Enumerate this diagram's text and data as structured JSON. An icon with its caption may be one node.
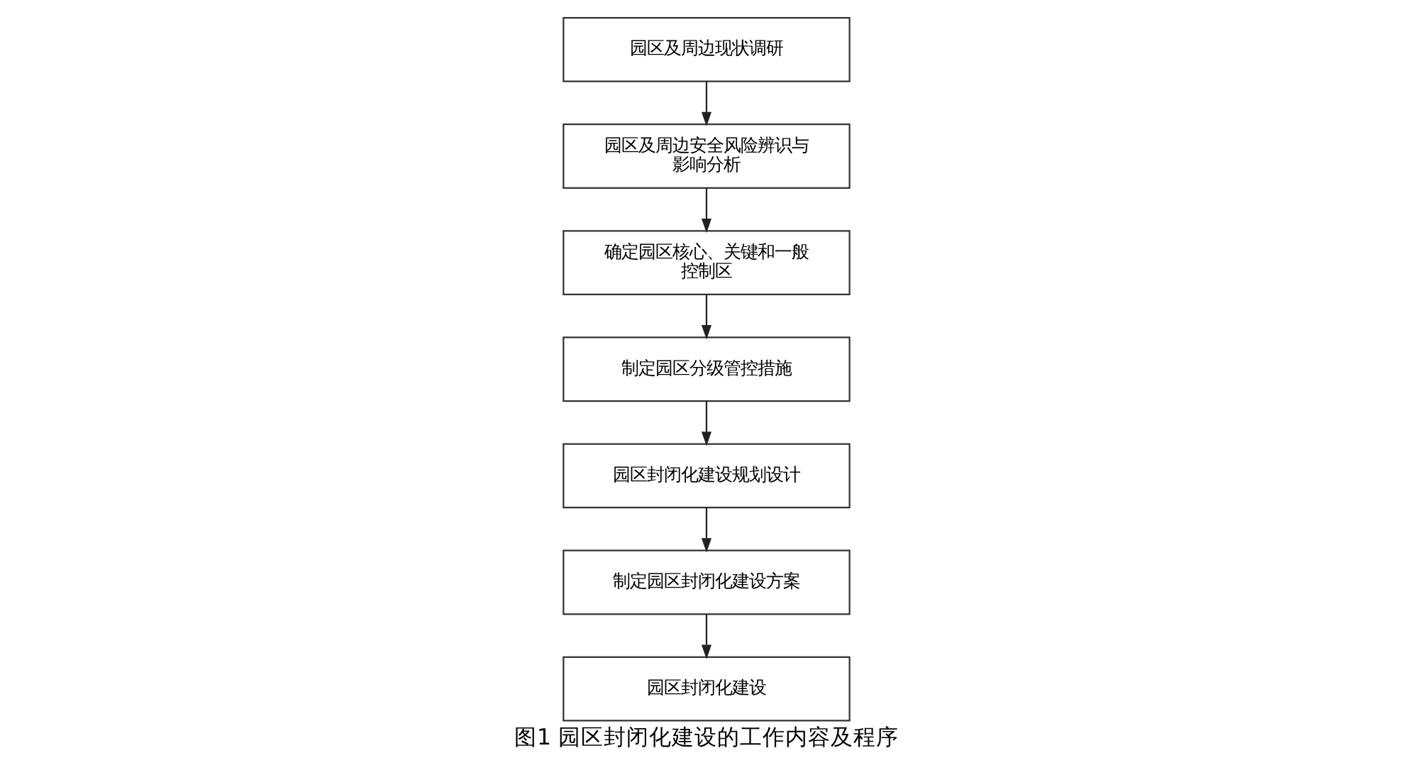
{
  "diagram": {
    "caption": "图1 园区封闭化建设的工作内容及程序",
    "nodes": [
      {
        "text": [
          "园区及周边现状调研"
        ]
      },
      {
        "text": [
          "园区及周边安全风险辨识与影响分析"
        ]
      },
      {
        "text": [
          "确定园区核心、关键和一般控制区"
        ]
      },
      {
        "text": [
          "制定园区分级管控措施"
        ]
      },
      {
        "text": [
          "园区封闭化建设规划设计"
        ]
      },
      {
        "text": [
          "制定园区封闭化建设方案"
        ]
      },
      {
        "text": [
          "园区封闭化建设"
        ]
      }
    ],
    "edges": [
      {
        "from": 0,
        "to": 1,
        "arrow": "to"
      },
      {
        "from": 1,
        "to": 2,
        "arrow": "to"
      },
      {
        "from": 2,
        "to": 3,
        "arrow": "to"
      },
      {
        "from": 3,
        "to": 4,
        "arrow": "to"
      },
      {
        "from": 4,
        "to": 5,
        "arrow": "to"
      },
      {
        "from": 5,
        "to": 6,
        "arrow": "to"
      }
    ]
  }
}
